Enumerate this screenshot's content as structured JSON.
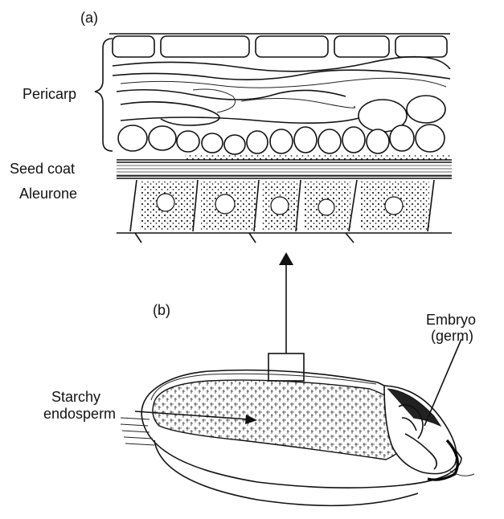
{
  "panel_a": {
    "label": "(a)",
    "layers": {
      "pericarp": "Pericarp",
      "seed_coat": "Seed coat",
      "aleurone": "Aleurone"
    }
  },
  "panel_b": {
    "label": "(b)",
    "parts": {
      "embryo_line1": "Embryo",
      "embryo_line2": "(germ)",
      "endosperm_line1": "Starchy",
      "endosperm_line2": "endosperm"
    }
  }
}
